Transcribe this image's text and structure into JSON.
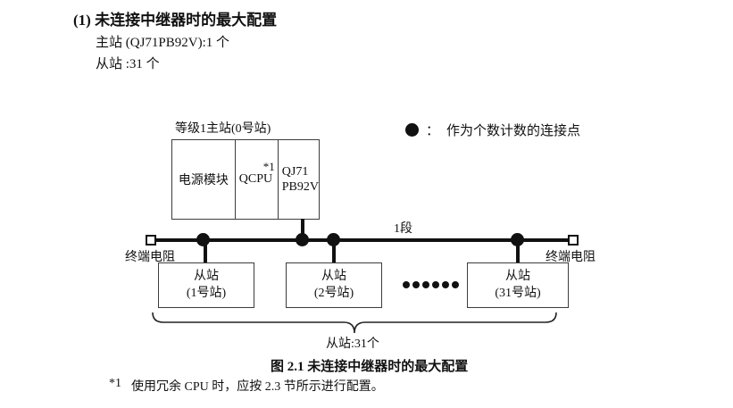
{
  "header": {
    "heading": "(1) 未连接中继器时的最大配置",
    "master_line": "主站 (QJ71PB92V):1 个",
    "slave_line": "从站 :31 个"
  },
  "legend": {
    "colon": "：",
    "text": "作为个数计数的连接点"
  },
  "diagram": {
    "master": {
      "label": "等级1主站(0号站)",
      "power_module": "电源模块",
      "cpu": "QCPU",
      "cpu_footnote_ref": "*1",
      "network_module_line1": "QJ71",
      "network_module_line2": "PB92V"
    },
    "bus": {
      "segment_label": "1段",
      "terminator_left": "终端电阻",
      "terminator_right": "终端电阻"
    },
    "slaves": [
      {
        "line1": "从站",
        "line2": "(1号站)"
      },
      {
        "line1": "从站",
        "line2": "(2号站)"
      },
      {
        "line1": "从站",
        "line2": "(31号站)"
      }
    ],
    "slaves_summary": "从站:31个"
  },
  "caption": "图 2.1 未连接中继器时的最大配置",
  "footnote": {
    "marker": "*1",
    "text": "使用冗余 CPU 时，应按 2.3 节所示进行配置。"
  },
  "colors": {
    "line": "#111111",
    "border": "#3c3c3c",
    "text": "#111111",
    "background": "#ffffff"
  }
}
